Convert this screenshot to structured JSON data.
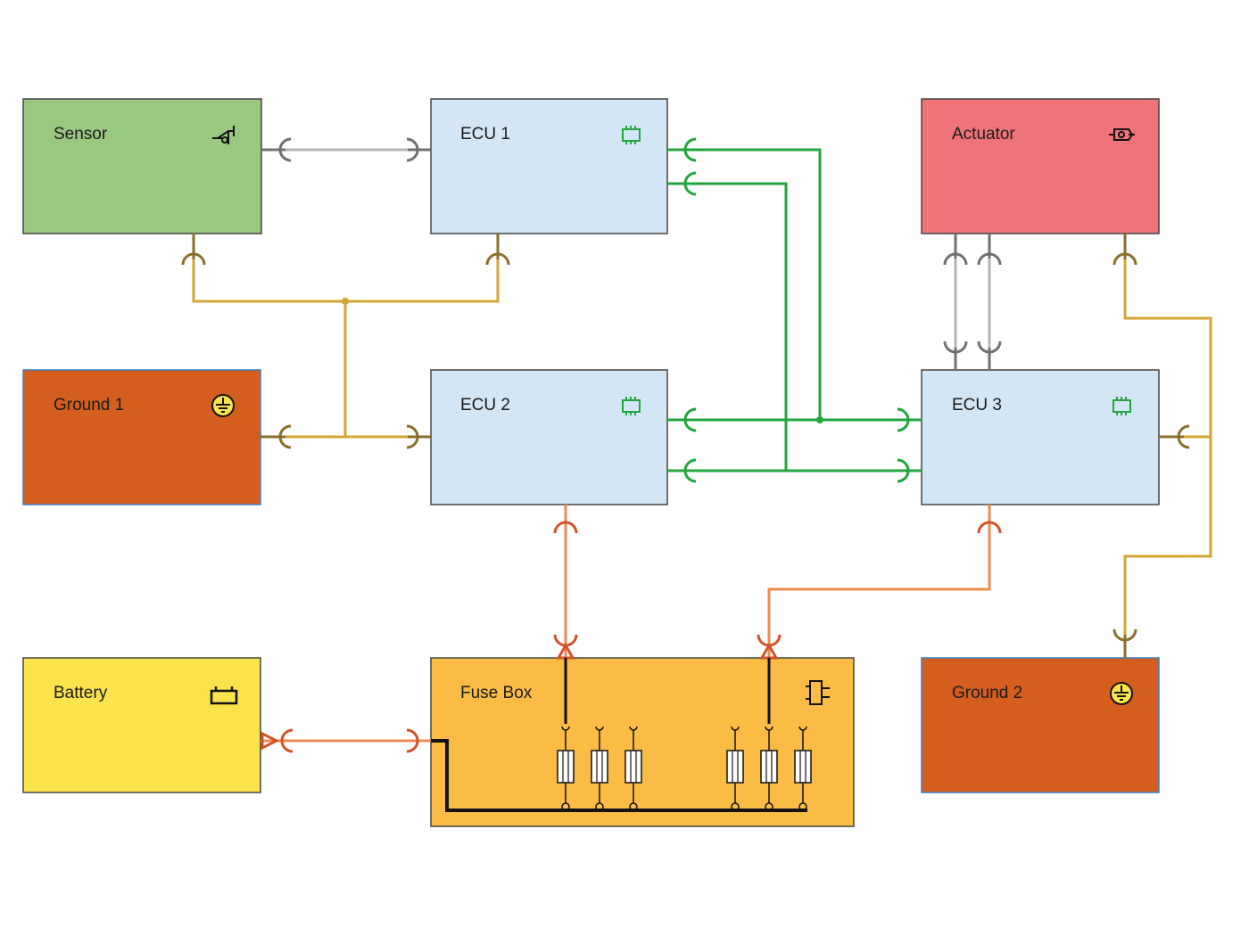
{
  "colors": {
    "sensor": "#99C880",
    "ecu": "#D3E6F5",
    "actuator": "#EF7477",
    "ground": "#D45E1D",
    "battery": "#FBE34C",
    "fusebox": "#FBBC45",
    "signal_wire": "#B5B5B5",
    "can_wire": "#21A53C",
    "ground_wire": "#D3A633",
    "power_wire": "#F08A4E",
    "fuse_busbar": "#111111"
  },
  "components": {
    "sensor": {
      "label": "Sensor",
      "icon": "sensor-icon"
    },
    "ecu1": {
      "label": "ECU 1",
      "icon": "chip-icon"
    },
    "actuator": {
      "label": "Actuator",
      "icon": "actuator-icon"
    },
    "ground1": {
      "label": "Ground 1",
      "icon": "ground-icon"
    },
    "ecu2": {
      "label": "ECU 2",
      "icon": "chip-icon"
    },
    "ecu3": {
      "label": "ECU 3",
      "icon": "chip-icon"
    },
    "battery": {
      "label": "Battery",
      "icon": "battery-icon"
    },
    "fusebox": {
      "label": "Fuse Box",
      "icon": "fuse-icon"
    },
    "ground2": {
      "label": "Ground 2",
      "icon": "ground-icon"
    }
  }
}
